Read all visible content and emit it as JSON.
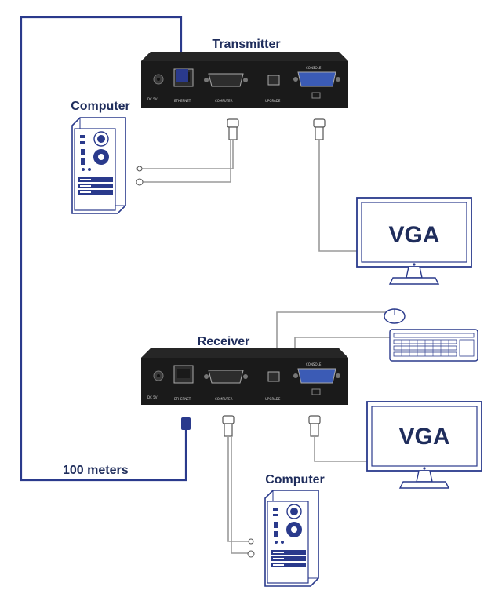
{
  "labels": {
    "transmitter": "Transmitter",
    "receiver": "Receiver",
    "computer_top": "Computer",
    "computer_bottom": "Computer",
    "distance": "100 meters"
  },
  "monitors": {
    "top": "VGA",
    "bottom": "VGA"
  },
  "ports": {
    "ethernet": "ETHERNET",
    "computer": "COMPUTER",
    "upgrade": "UPGRADE",
    "console": "CONSOLE",
    "power": "DC 5V"
  },
  "colors": {
    "navy": "#1f2d5c",
    "cable_blue": "#2a3a8c",
    "cable_gray": "#9a9a9a",
    "device": "#1a1a1a"
  }
}
